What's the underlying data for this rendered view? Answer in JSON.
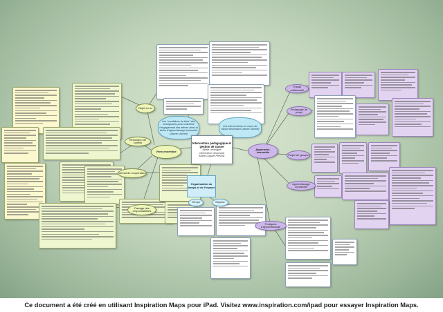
{
  "center": {
    "title": "Intervention pédagogique et gestion de classe",
    "authors": "Marie Lévesque\nGeneviève Gendrand\nMarie-Claude Prévost"
  },
  "main_nodes": {
    "vivre": "Vivre-ensemble",
    "apprendre": "Apprendre-\nensemble"
  },
  "clouds": {
    "left": "Les \"conditions du faire\" des enseignants pour maintenir l'engagement des élèves dans la tâche d'apprentissage ensemble (Janne-Vachet)",
    "right": "Les interventions en cours de classe favorisant (Janne-Vachet)"
  },
  "organisation": {
    "title": "Organisation du temps et de l'espace",
    "sub1": "Temps",
    "sub2": "Espace"
  },
  "left_nodes": {
    "objet": "Objet en us",
    "resolution": "Résolution de conflits",
    "climat": "Climat de coopération",
    "partage": "Partage des responsabilités"
  },
  "right_nodes": {
    "travail": "Travail collaboratif",
    "pedagogie": "Pédagogie de projet",
    "projet": "Projet de groupe",
    "apprentissage": "Apprentissage coopératif",
    "pratiques": "Pratiques d'apprentissage"
  },
  "footer": "Ce document a été créé en utilisant Inspiration Maps pour iPad. Visitez www.inspiration.com/ipad pour essayer Inspiration Maps."
}
